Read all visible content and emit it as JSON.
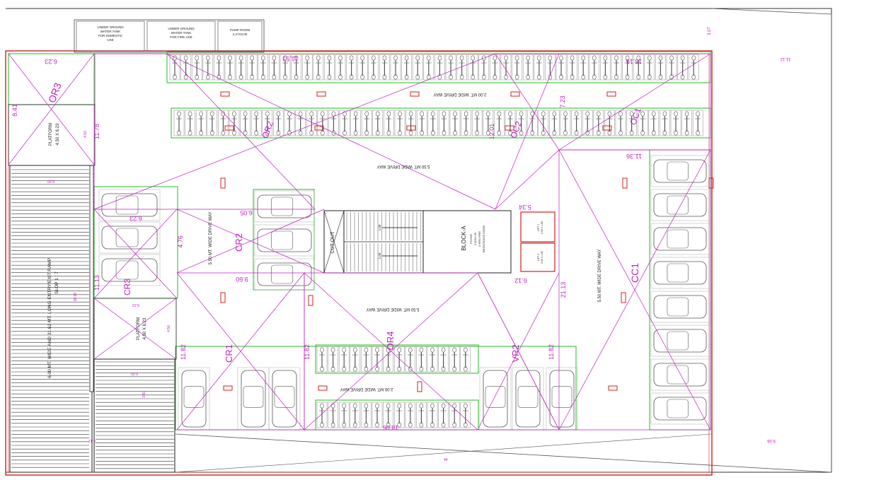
{
  "utilities": {
    "tank_domestic": [
      "UNDER GROUND",
      "WATER TANK",
      "FOR DOMESTIC",
      "USE"
    ],
    "tank_fire": [
      "UNDER GROUND",
      "WATER TANK",
      "FOR FIRE USE"
    ],
    "pump_room": [
      "PUMP ROOM",
      "2.27X3.00"
    ]
  },
  "zones": {
    "or3": "OR3",
    "or2": "OR2",
    "oc2": "OC2",
    "oc1": "OC1",
    "cr2": "CR2",
    "cr3": "CR3",
    "cr1": "CR1",
    "or4": "OR4",
    "vr2": "VR2",
    "cc1": "CC1"
  },
  "platforms": {
    "top_title": "PLATFORM",
    "top_size": "4.50 X 6.23",
    "mid_title": "PLATFORM",
    "mid_size": "4.50 X 6.23"
  },
  "ramp": {
    "label": "6.00 MT. WIDE AND 31.62 MT. LONG ENTRY/EXIT RAMP",
    "slope": "SLOP 1 : 7"
  },
  "drive_ways": {
    "top": "2.00 MT. WIDE DRIVE WAY",
    "middle": "5.50 MT. WIDE DRIVE WAY",
    "left_vertical": "5.50 MT. WIDE DRIVE WAY",
    "center": "5.50 MT. WIDE DRIVE WAY",
    "right_vertical": "5.50 MT. WIDE DRIVE WAY",
    "bottom": "2.00 MT. WIDE DRIVE WAY"
  },
  "core": {
    "cutout": "CUT-OUT",
    "block": "BLOCK-A",
    "block_sub": [
      "FOYER",
      "2.40X2.35",
      "2 HRS FIRE",
      "RESISTANCE DOOR"
    ],
    "lift1": [
      "LIFT 1",
      "2.00 X 1.80"
    ],
    "lift2": [
      "LIFT 2",
      "2.00 X 1.80"
    ],
    "stair_up": "1.00",
    "stair_down": "1.00"
  },
  "dimensions": {
    "d_623_top": "6.23",
    "d_841": "8.41",
    "d_450_a": "4.50",
    "d_1178": "11.78",
    "d_600_a": "6.00",
    "d_623_left": "6.23",
    "d_476": "4.76",
    "d_1113": "11.13",
    "d_2000": "20.00",
    "d_623_plat": "6.23",
    "d_450_b": "4.50",
    "d_1182_a": "11.82",
    "d_1182_b": "11.82",
    "d_1182_c": "11.82",
    "d_600_b": "6.00",
    "d_350": "3.50",
    "d_612_bottom": "6.12",
    "d_605": "6.05",
    "d_960": "9.60",
    "d_1153": "11.53",
    "d_1201": "12.01",
    "d_723": "7.23",
    "d_1816": "18.16",
    "d_1136": "11.36",
    "d_534": "5.34",
    "d_612": "6.12",
    "d_2113": "21.13",
    "d_1806": "18.06",
    "d_307": "3.07",
    "d_1112": "11.12",
    "d_906": "9.06",
    "d_44": "44"
  }
}
